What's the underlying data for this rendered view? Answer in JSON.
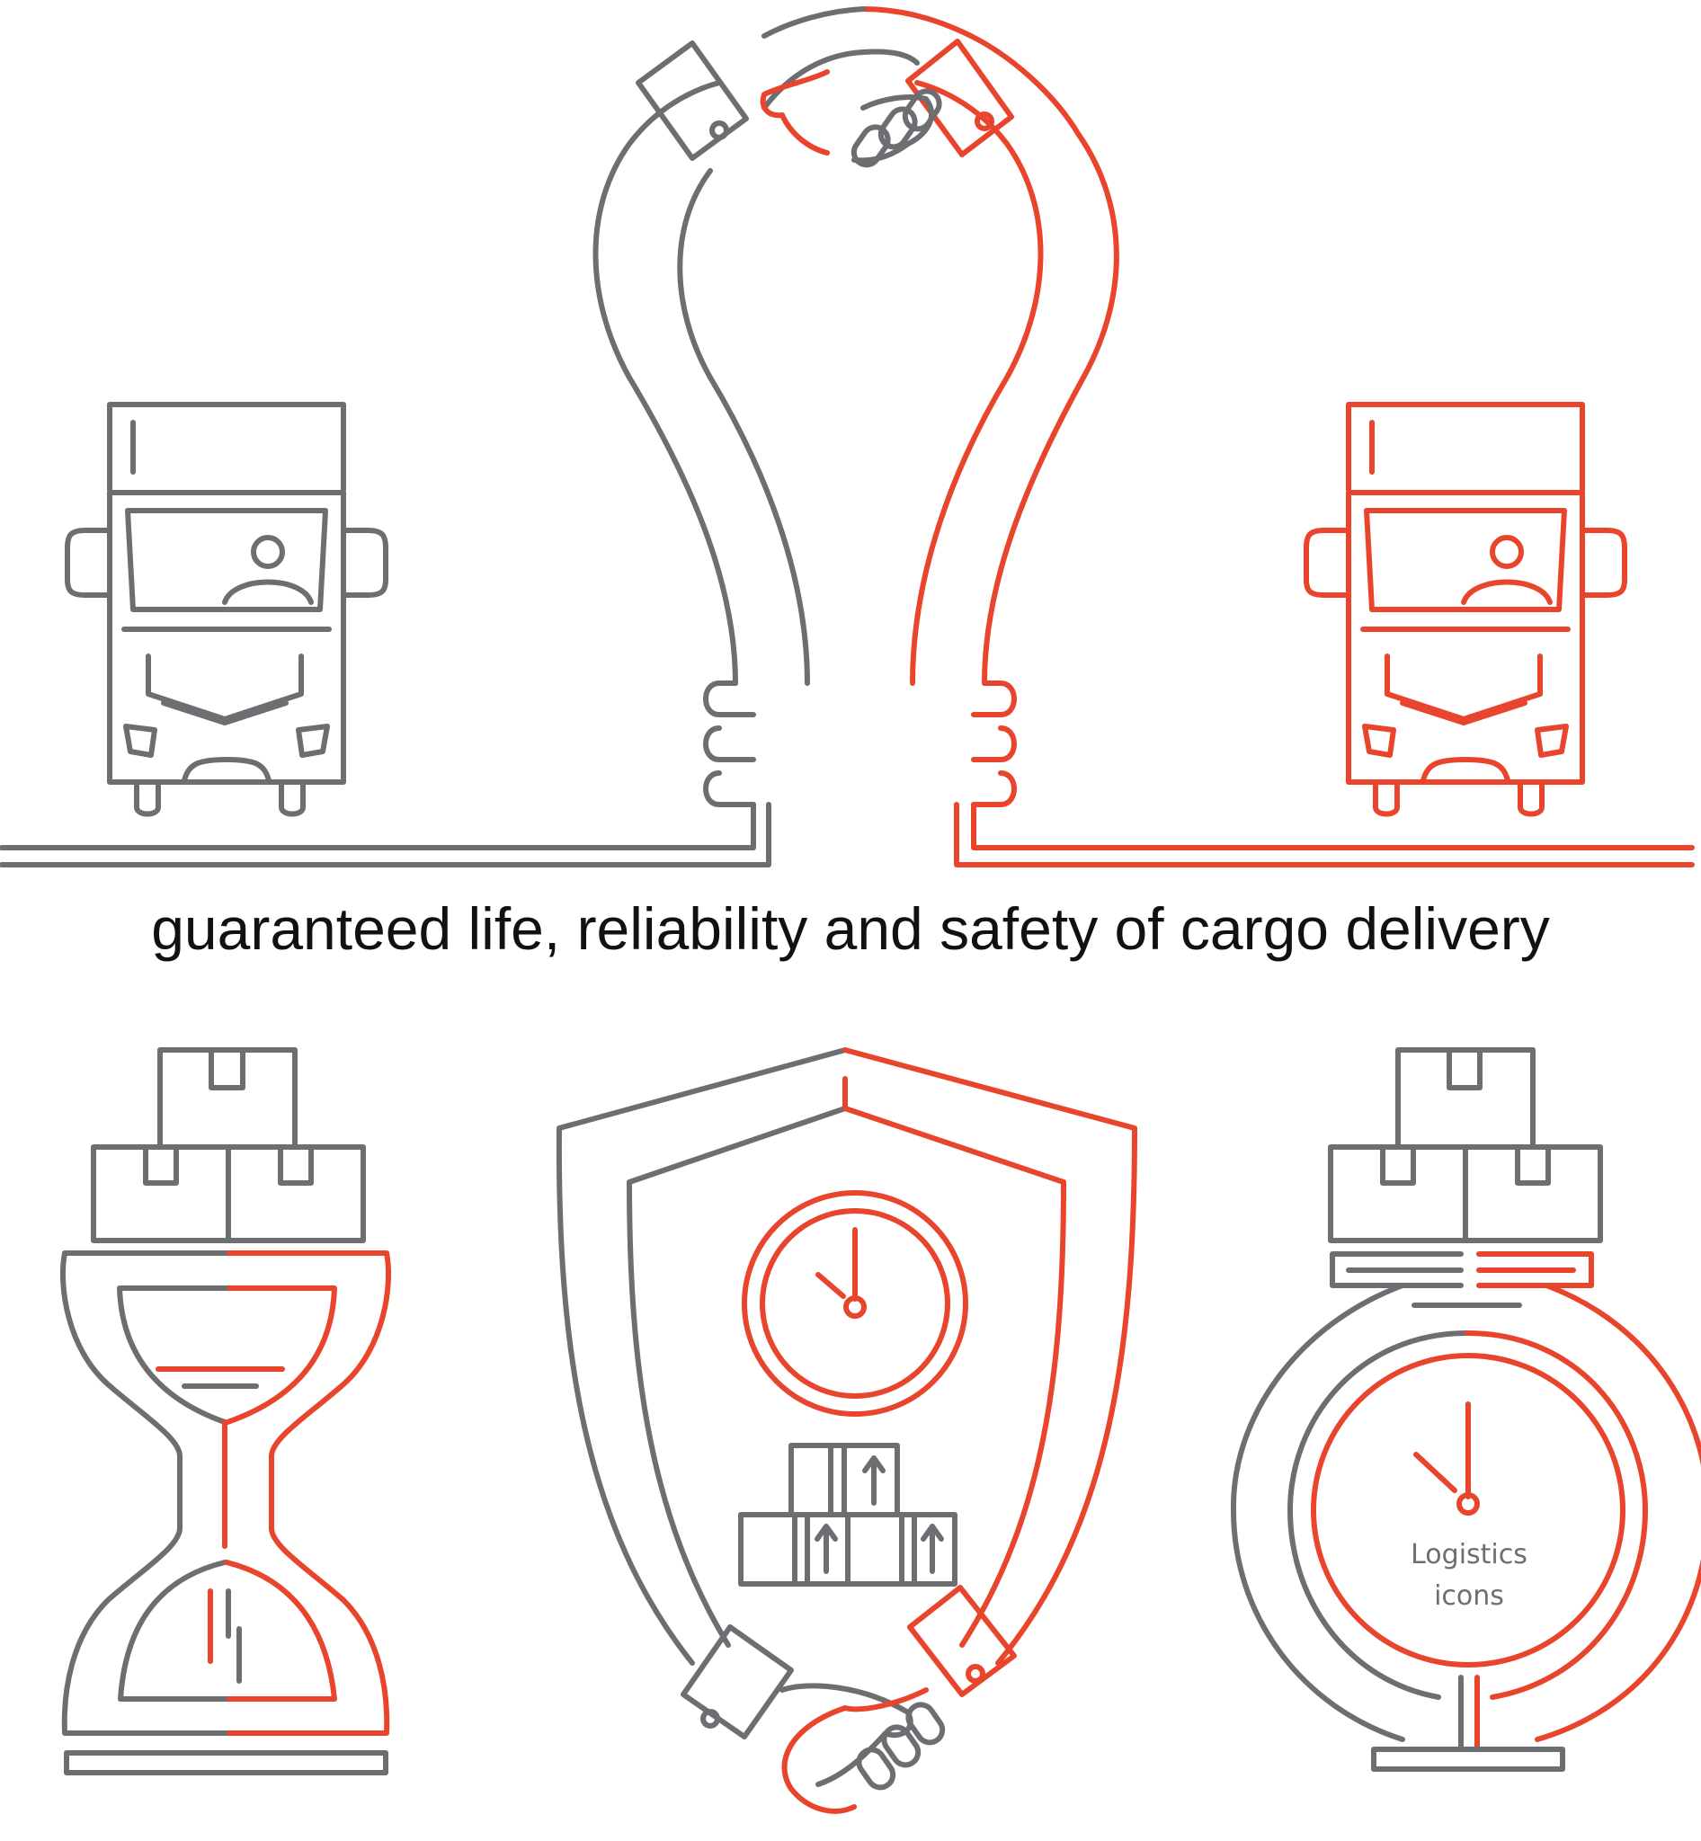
{
  "caption": "guaranteed life, reliability and safety of cargo delivery",
  "badge": {
    "line1": "Logistics",
    "line2": "icons"
  },
  "colors": {
    "gray": "#6d6e71",
    "accent": "#e8452c",
    "background": "#ffffff"
  },
  "icons": [
    "truck-icon-gray",
    "truck-icon-red",
    "handshake-bulb-icon",
    "hourglass-boxes-icon",
    "shield-clock-icon",
    "clock-globe-icon"
  ]
}
